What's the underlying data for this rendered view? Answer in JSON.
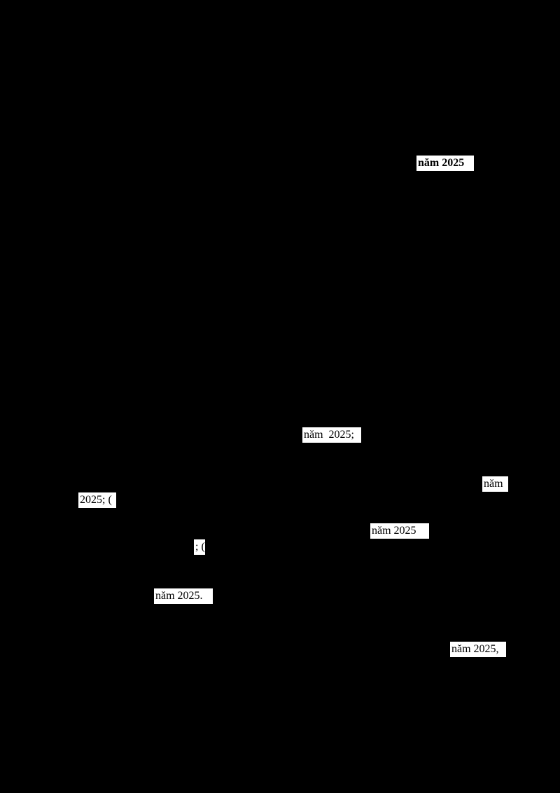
{
  "document": {
    "fragments": [
      {
        "id": "f1",
        "text": "năm 2025",
        "bold": true
      },
      {
        "id": "f2",
        "text": "năm  2025;",
        "bold": false
      },
      {
        "id": "f3",
        "text": "năm",
        "bold": false
      },
      {
        "id": "f4",
        "text": "2025; (",
        "bold": false
      },
      {
        "id": "f5",
        "text": "năm 2025",
        "bold": false
      },
      {
        "id": "f6",
        "text": "; (",
        "bold": false
      },
      {
        "id": "f7",
        "text": "năm 2025.",
        "bold": false
      },
      {
        "id": "f8",
        "text": "năm 2025,",
        "bold": false
      }
    ]
  }
}
